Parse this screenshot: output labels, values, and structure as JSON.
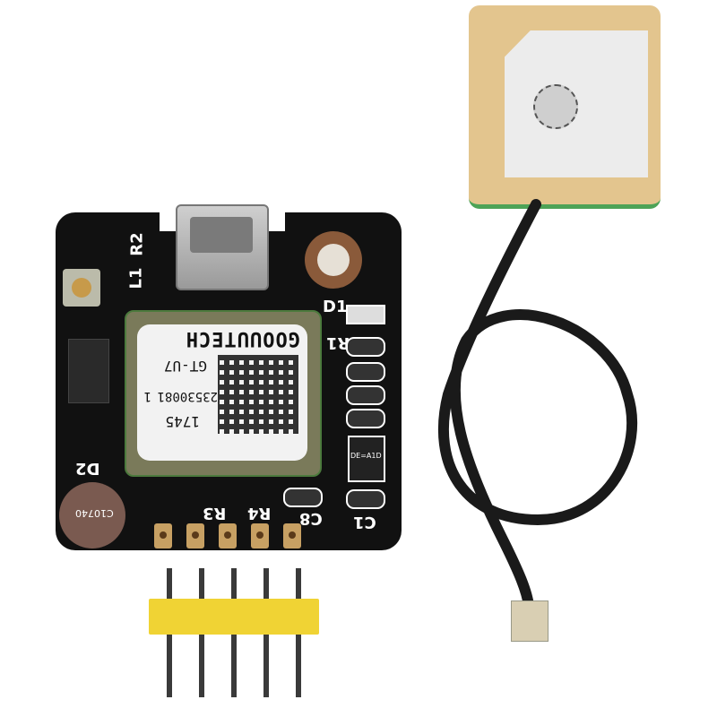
{
  "scene": {
    "subject": "GPS receiver module kit",
    "background_color": "#ffffff"
  },
  "module": {
    "brand_label": "GOOUUTECH",
    "model_label": "GT-U7",
    "serial_label": "23530081",
    "serial_suffix": "1",
    "date_code": "1745",
    "board_color": "#111111",
    "silkscreen": {
      "r2": "R2",
      "l1": "L1",
      "d1": "D1",
      "r1": "R1",
      "d2": "D2",
      "r3": "R3",
      "r4": "R4",
      "c8": "C8",
      "c1": "C1",
      "battery": "C10740",
      "regulator": "DE=A1D"
    },
    "pad_count": 5
  },
  "antenna": {
    "type": "ceramic patch antenna",
    "body_color": "#e3c58e",
    "face_color": "#ececec",
    "cable_color": "#1a1a1a",
    "connector": "IPEX / U.FL"
  },
  "pin_header": {
    "pin_count": 5,
    "housing_color": "#f0d334"
  }
}
